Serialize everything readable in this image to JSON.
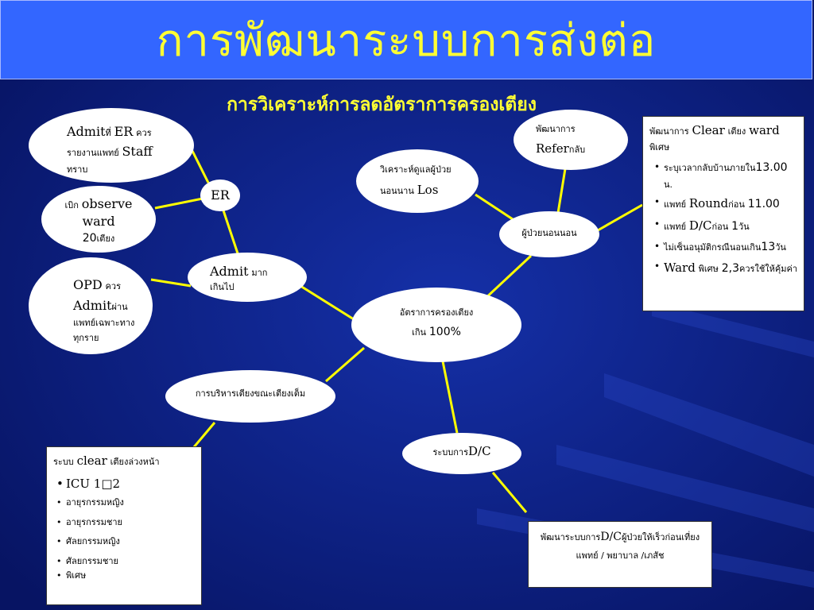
{
  "title": "การพัฒนาระบบการส่งต่อ",
  "subtitle": "การวิเคราะห์การลดอัตราการครองเตียง",
  "nodes": {
    "admit_er": {
      "p1": "Admit",
      "p2": "ที่",
      "p3": "ER",
      "p4": "ควร",
      "p5": "รายงานแพทย์",
      "p6": "Staff",
      "p7": "ทราบ"
    },
    "er": "ER",
    "observe": {
      "p1": "เบิก",
      "p2": "observe",
      "p3": "ward",
      "p4": "20",
      "p5": "เตียง"
    },
    "opd": {
      "p1": "OPD",
      "p2": "ควร",
      "p3": "Admit",
      "p4": "ผ่าน",
      "p5": "แพทย์เฉพาะทาง",
      "p6": "ทุกราย"
    },
    "admit_many": {
      "p1": "Admit",
      "p2": "มาก",
      "p3": "เกินไป"
    },
    "occupancy": {
      "p1": "อัตราการครองเตียง",
      "p2": "เกิน",
      "p3": "100%"
    },
    "bed_mgmt": "การบริหารเตียงขณะเตียงเต็ม",
    "dc_system": {
      "p1": "ระบบการ",
      "p2": "D/C"
    },
    "los": {
      "p1": "วิเคราะห์ดูแลผู้ป่วย",
      "p2": "นอนนาน",
      "p3": "Los"
    },
    "long_stay": "ผู้ป่วยนอนนอน",
    "refer": {
      "p1": "พัฒนาการ",
      "p2": "Refer",
      "p3": "กลับ"
    },
    "clear_ward": {
      "head": {
        "p1": "พัฒนาการ",
        "p2": "Clear",
        "p3": "เตียง",
        "p4": "ward",
        "p5": "พิเศษ"
      },
      "items": [
        {
          "p1": "ระบุเวลากลับบ้านภายใน",
          "p2": "13.00",
          "p3": "น."
        },
        {
          "p1": "แพทย์",
          "p2": "Round",
          "p3": "ก่อน",
          "p4": "11.00"
        },
        {
          "p1": "แพทย์",
          "p2": "D/C",
          "p3": "ก่อน",
          "p4": "1",
          "p5": "วัน"
        },
        {
          "p1": "ไม่เซ็นอนุมัติกรณีนอนเกิน",
          "p2": "13",
          "p3": "วัน"
        },
        {
          "p1": "Ward",
          "p2": "พิเศษ",
          "p3": "2,3",
          "p4": "ควรใช้ให้คุ้มค่า"
        }
      ]
    },
    "clear_beds": {
      "head": {
        "p1": "ระบบ",
        "p2": "clear",
        "p3": "เตียงล่วงหน้า"
      },
      "items": [
        "ICU 1□2",
        "อายุรกรรมหญิง",
        "อายุรกรรมชาย",
        "ศัลยกรรมหญิง",
        "ศัลยกรรมชาย",
        "พิเศษ"
      ]
    },
    "dc_dev": {
      "p1": "พัฒนาระบบการ",
      "p2": "D/C",
      "p3": "ผู้ป่วยให้เร็วก่อนเที่ยง",
      "p4": "แพทย์ / พยาบาล /เภสัช"
    }
  },
  "colors": {
    "background": "#0b1d7a",
    "title_bar": "#3366ff",
    "title_text": "#ffff33",
    "connector": "#ffff00"
  }
}
